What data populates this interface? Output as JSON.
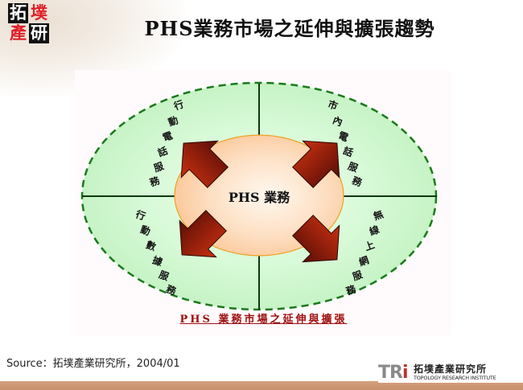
{
  "logo": {
    "chars": [
      "拓",
      "墣",
      "產",
      "研"
    ]
  },
  "title": "PHS業務市場之延伸與擴張趨勢",
  "diagram": {
    "center": {
      "label": "PHS 業務"
    },
    "quadrants": [
      {
        "position": "top-left",
        "label": "行動電話服務"
      },
      {
        "position": "top-right",
        "label": "市內電話服務"
      },
      {
        "position": "bottom-left",
        "label": "行動數據服務"
      },
      {
        "position": "bottom-right",
        "label": "無線上網服務"
      }
    ],
    "caption": "PHS 業務市場之延伸與擴張",
    "colors": {
      "outer_fill": "#c8f5c8",
      "outer_border": "#1a7a1a",
      "inner_fill": "#fdd7b4",
      "inner_border": "#f0a020",
      "arrow": "#b8280e",
      "arrow_dark": "#5a0e06",
      "divider": "#0a3a0a",
      "caption": "#a01010"
    }
  },
  "source": "Source：拓墣產業研究所，2004/01",
  "footer": {
    "brand_mark": "TRi",
    "brand_cn": "拓墣產業研究所",
    "brand_en": "TOPOLOGY RESEARCH INSTITUTE"
  }
}
